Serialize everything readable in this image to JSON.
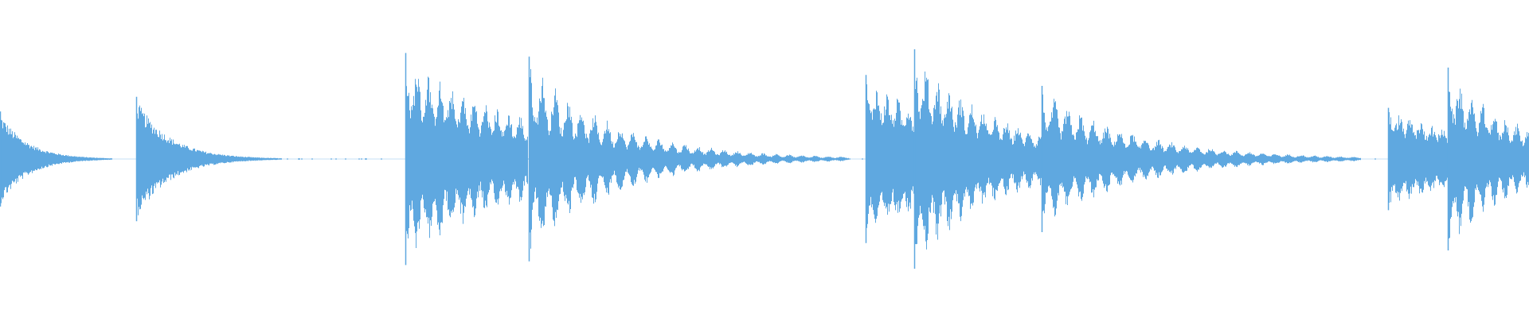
{
  "waveform": {
    "color": "#5fa8e0",
    "background": "#ffffff",
    "segments": [
      {
        "kind": "decay",
        "onset": 0.0,
        "end": 0.085,
        "peak": 0.26,
        "tau": 0.018,
        "ripple": 0.0
      },
      {
        "kind": "decay",
        "onset": 0.089,
        "end": 0.25,
        "peak": 0.34,
        "tau": 0.022,
        "ripple": 0.0
      },
      {
        "kind": "note",
        "onset": 0.265,
        "end": 0.345,
        "peak": 0.58,
        "tau": 0.09,
        "ripple": 0.45,
        "period": 0.0075
      },
      {
        "kind": "note",
        "onset": 0.346,
        "end": 0.555,
        "peak": 0.56,
        "tau": 0.055,
        "ripple": 0.55,
        "period": 0.0085
      },
      {
        "kind": "note",
        "onset": 0.566,
        "end": 0.598,
        "peak": 0.46,
        "tau": 0.08,
        "ripple": 0.35,
        "period": 0.007
      },
      {
        "kind": "note",
        "onset": 0.598,
        "end": 0.681,
        "peak": 0.6,
        "tau": 0.06,
        "ripple": 0.45,
        "period": 0.0075
      },
      {
        "kind": "note",
        "onset": 0.681,
        "end": 0.89,
        "peak": 0.4,
        "tau": 0.06,
        "ripple": 0.5,
        "period": 0.0085
      },
      {
        "kind": "note",
        "onset": 0.908,
        "end": 0.947,
        "peak": 0.28,
        "tau": 0.08,
        "ripple": 0.3,
        "period": 0.007
      },
      {
        "kind": "note",
        "onset": 0.947,
        "end": 1.0,
        "peak": 0.5,
        "tau": 0.05,
        "ripple": 0.45,
        "period": 0.0075
      }
    ],
    "noise_floor": 0.004
  }
}
